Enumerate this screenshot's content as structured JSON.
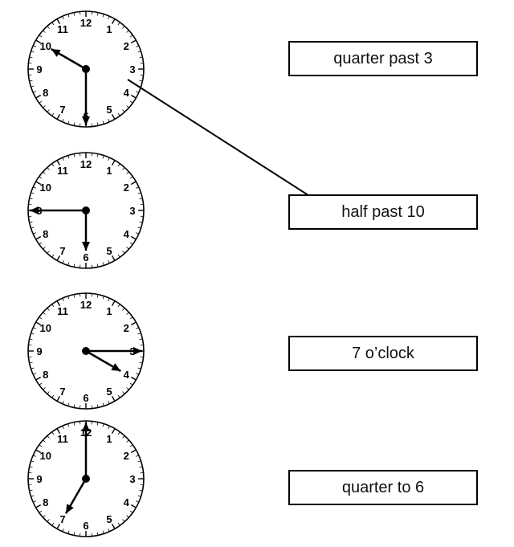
{
  "clock_numerals": [
    "12",
    "1",
    "2",
    "3",
    "4",
    "5",
    "6",
    "7",
    "8",
    "9",
    "10",
    "11"
  ],
  "clocks": [
    {
      "hour_hand_points_to": 10,
      "minute_hand_points_to": 6
    },
    {
      "hour_hand_points_to": 6,
      "minute_hand_points_to": 9
    },
    {
      "hour_hand_points_to": 4,
      "minute_hand_points_to": 3
    },
    {
      "hour_hand_points_to": 7,
      "minute_hand_points_to": 12
    }
  ],
  "answers": [
    "quarter past 3",
    "half past 10",
    "7 o’clock",
    "quarter to 6"
  ],
  "drawn_match": {
    "clock_index": 0,
    "answer_index": 1
  },
  "colors": {
    "ink": "#000000",
    "background": "#ffffff"
  }
}
